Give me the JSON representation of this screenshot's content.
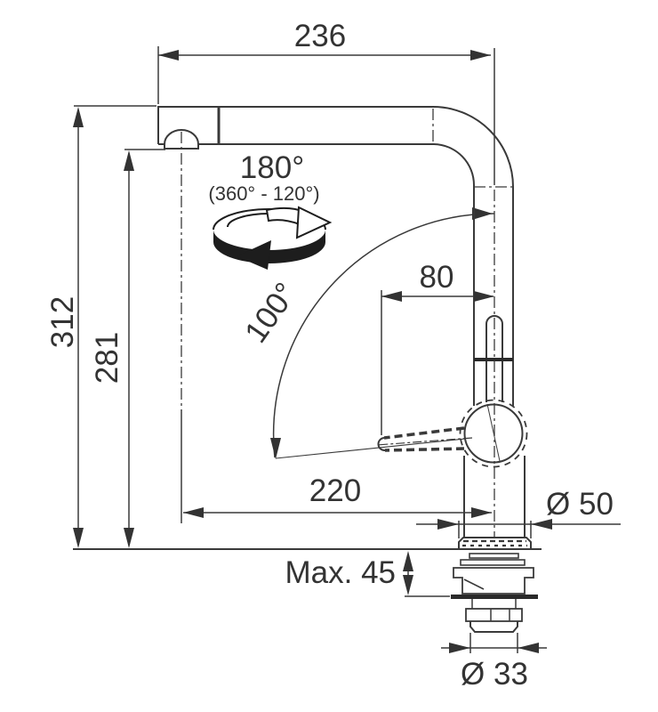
{
  "drawing": {
    "background": "#ffffff",
    "line_color": "#3a3a3a",
    "labels": {
      "dim_spout_reach_top": "236",
      "dim_total_height": "312",
      "dim_aerator_height": "281",
      "swivel_angle": "180°",
      "swivel_angle_note": "(360° - 120°)",
      "lever_swing_angle": "100°",
      "dim_lever_offset": "80",
      "dim_aerator_reach": "220",
      "dim_base_diameter": "Ø 50",
      "dim_max_counter_thickness": "Max. 45",
      "dim_shank_diameter": "Ø 33"
    }
  }
}
